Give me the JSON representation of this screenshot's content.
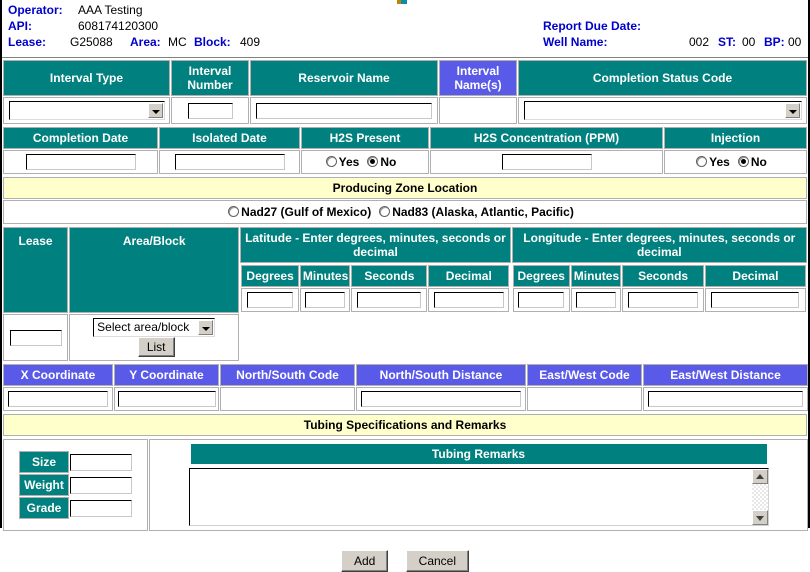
{
  "header": {
    "operator_label": "Operator:",
    "operator_value": "AAA Testing",
    "api_label": "API:",
    "api_value": "608174120300",
    "lease_label": "Lease:",
    "lease_value": "G25088",
    "area_label": "Area:",
    "area_value": "MC",
    "block_label": "Block:",
    "block_value": "409",
    "report_due_label": "Report Due Date:",
    "report_due_value": "",
    "well_name_label": "Well Name:",
    "well_name_value": "002",
    "st_label": "ST:",
    "st_value": "00",
    "bp_label": "BP:",
    "bp_value": "00"
  },
  "interval": {
    "headers": {
      "interval_type": "Interval Type",
      "interval_number": "Interval Number",
      "reservoir_name": "Reservoir Name",
      "interval_names": "Interval Name(s)",
      "completion_status_code": "Completion Status Code"
    },
    "values": {
      "interval_type": "",
      "interval_number": "",
      "reservoir_name": "",
      "interval_names": "",
      "completion_status_code": ""
    }
  },
  "dates": {
    "headers": {
      "completion_date": "Completion Date",
      "isolated_date": "Isolated Date",
      "h2s_present": "H2S Present",
      "h2s_concentration": "H2S Concentration (PPM)",
      "injection": "Injection"
    },
    "values": {
      "completion_date": "",
      "isolated_date": "",
      "h2s_concentration": ""
    },
    "h2s_present": {
      "yes_label": "Yes",
      "no_label": "No",
      "selected": "No"
    },
    "injection": {
      "yes_label": "Yes",
      "no_label": "No",
      "selected": "No"
    }
  },
  "zone": {
    "title": "Producing Zone Location",
    "datum_options": [
      {
        "label": "Nad27 (Gulf of Mexico)",
        "selected": false
      },
      {
        "label": "Nad83 (Alaska, Atlantic, Pacific)",
        "selected": false
      }
    ]
  },
  "location": {
    "headers": {
      "lease": "Lease",
      "area_block": "Area/Block",
      "latitude": "Latitude - Enter degrees, minutes, seconds or decimal",
      "longitude": "Longitude - Enter degrees, minutes, seconds or decimal",
      "degrees": "Degrees",
      "minutes": "Minutes",
      "seconds": "Seconds",
      "decimal": "Decimal"
    },
    "lease_value": "",
    "area_block_selected": "Select area/block",
    "list_button": "List",
    "latitude": {
      "degrees": "",
      "minutes": "",
      "seconds": "",
      "decimal": ""
    },
    "longitude": {
      "degrees": "",
      "minutes": "",
      "seconds": "",
      "decimal": ""
    }
  },
  "coords": {
    "headers": {
      "x_coordinate": "X Coordinate",
      "y_coordinate": "Y Coordinate",
      "north_south_code": "North/South Code",
      "north_south_distance": "North/South Distance",
      "east_west_code": "East/West Code",
      "east_west_distance": "East/West Distance"
    },
    "values": {
      "x_coordinate": "",
      "y_coordinate": "",
      "north_south_code": "",
      "north_south_distance": "",
      "east_west_code": "",
      "east_west_distance": ""
    }
  },
  "tubing": {
    "title": "Tubing Specifications and Remarks",
    "size_label": "Size",
    "weight_label": "Weight",
    "grade_label": "Grade",
    "size_value": "",
    "weight_value": "",
    "grade_value": "",
    "remarks_title": "Tubing Remarks",
    "remarks_value": ""
  },
  "actions": {
    "add_label": "Add",
    "cancel_label": "Cancel"
  },
  "colors": {
    "teal": "#00807e",
    "violet": "#5a5ae8",
    "cream": "#ffffcc",
    "label_blue": "#0000cc"
  }
}
